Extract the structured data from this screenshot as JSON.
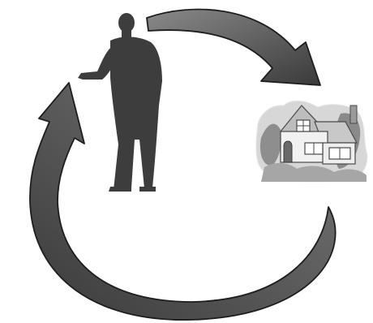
{
  "diagram": {
    "elements": [
      {
        "kind": "icon",
        "icon": "man-silhouette-icon"
      },
      {
        "kind": "icon",
        "icon": "house-sketch-icon"
      },
      {
        "kind": "arrow",
        "icon": "curved-arrow-top-right-icon",
        "from": "man-silhouette-icon",
        "to": "house-sketch-icon"
      },
      {
        "kind": "arrow",
        "icon": "curved-arrow-bottom-loop-icon",
        "from": "house-sketch-icon",
        "to": "man-silhouette-icon"
      }
    ],
    "colors": {
      "background": "#ffffff",
      "arrow_fill": "#6b6b6b",
      "arrow_dark": "#3a3a3a",
      "arrow_outline": "#1e1e1e",
      "silhouette": "#3d3d3d",
      "house_ink": "#4a4a4a",
      "house_wash": "#9a9a9a"
    }
  }
}
